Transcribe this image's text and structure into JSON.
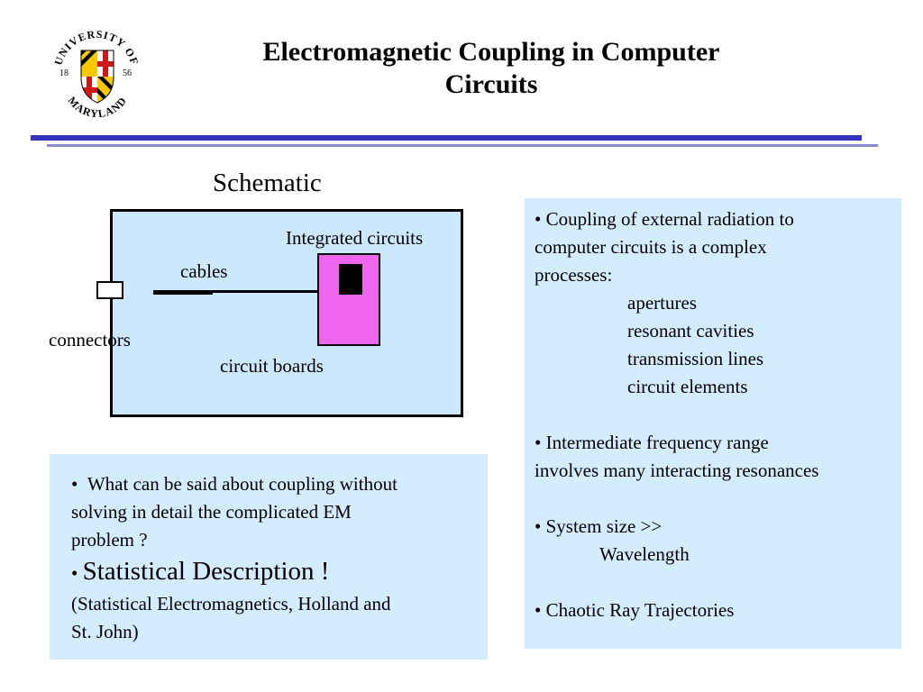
{
  "title": [
    "Electromagnetic Coupling in Computer",
    "Circuits"
  ],
  "logo": {
    "icon": "university-of-maryland-seal",
    "text_top": "UNIVERSITY OF",
    "text_bottom": "MARYLAND",
    "year_left": "18",
    "year_right": "56"
  },
  "schematic": {
    "heading": "Schematic",
    "labels": {
      "integrated_circuits": "Integrated circuits",
      "cables": "cables",
      "connectors": "connectors",
      "circuit_boards": "circuit boards"
    },
    "colors": {
      "board": "#cce8ff",
      "ic": "#ee66ee",
      "chip": "#000000"
    }
  },
  "left_box": {
    "q_bullet": "•",
    "q_lines": [
      "What can be said about coupling without",
      "solving in detail the complicated EM",
      "problem ?"
    ],
    "a_bullet": "•",
    "a_text": "Statistical Description !",
    "ref_lines": [
      "(Statistical Electromagnetics, Holland and",
      "St. John)"
    ]
  },
  "right_box": {
    "p1_lines": [
      "• Coupling of external radiation to",
      "computer circuits is a complex",
      "processes:"
    ],
    "p1_items": [
      "apertures",
      "resonant cavities",
      "transmission lines",
      "circuit elements"
    ],
    "p2_lines": [
      "• Intermediate frequency range",
      "involves many interacting resonances"
    ],
    "p3_line": "• System size >>",
    "p3_indent": "Wavelength",
    "p4_line": "• Chaotic Ray Trajectories"
  },
  "colors": {
    "rule_thick": "#3333bb",
    "rule_thin": "#8888cc",
    "box_bg": "#d4ecff"
  }
}
